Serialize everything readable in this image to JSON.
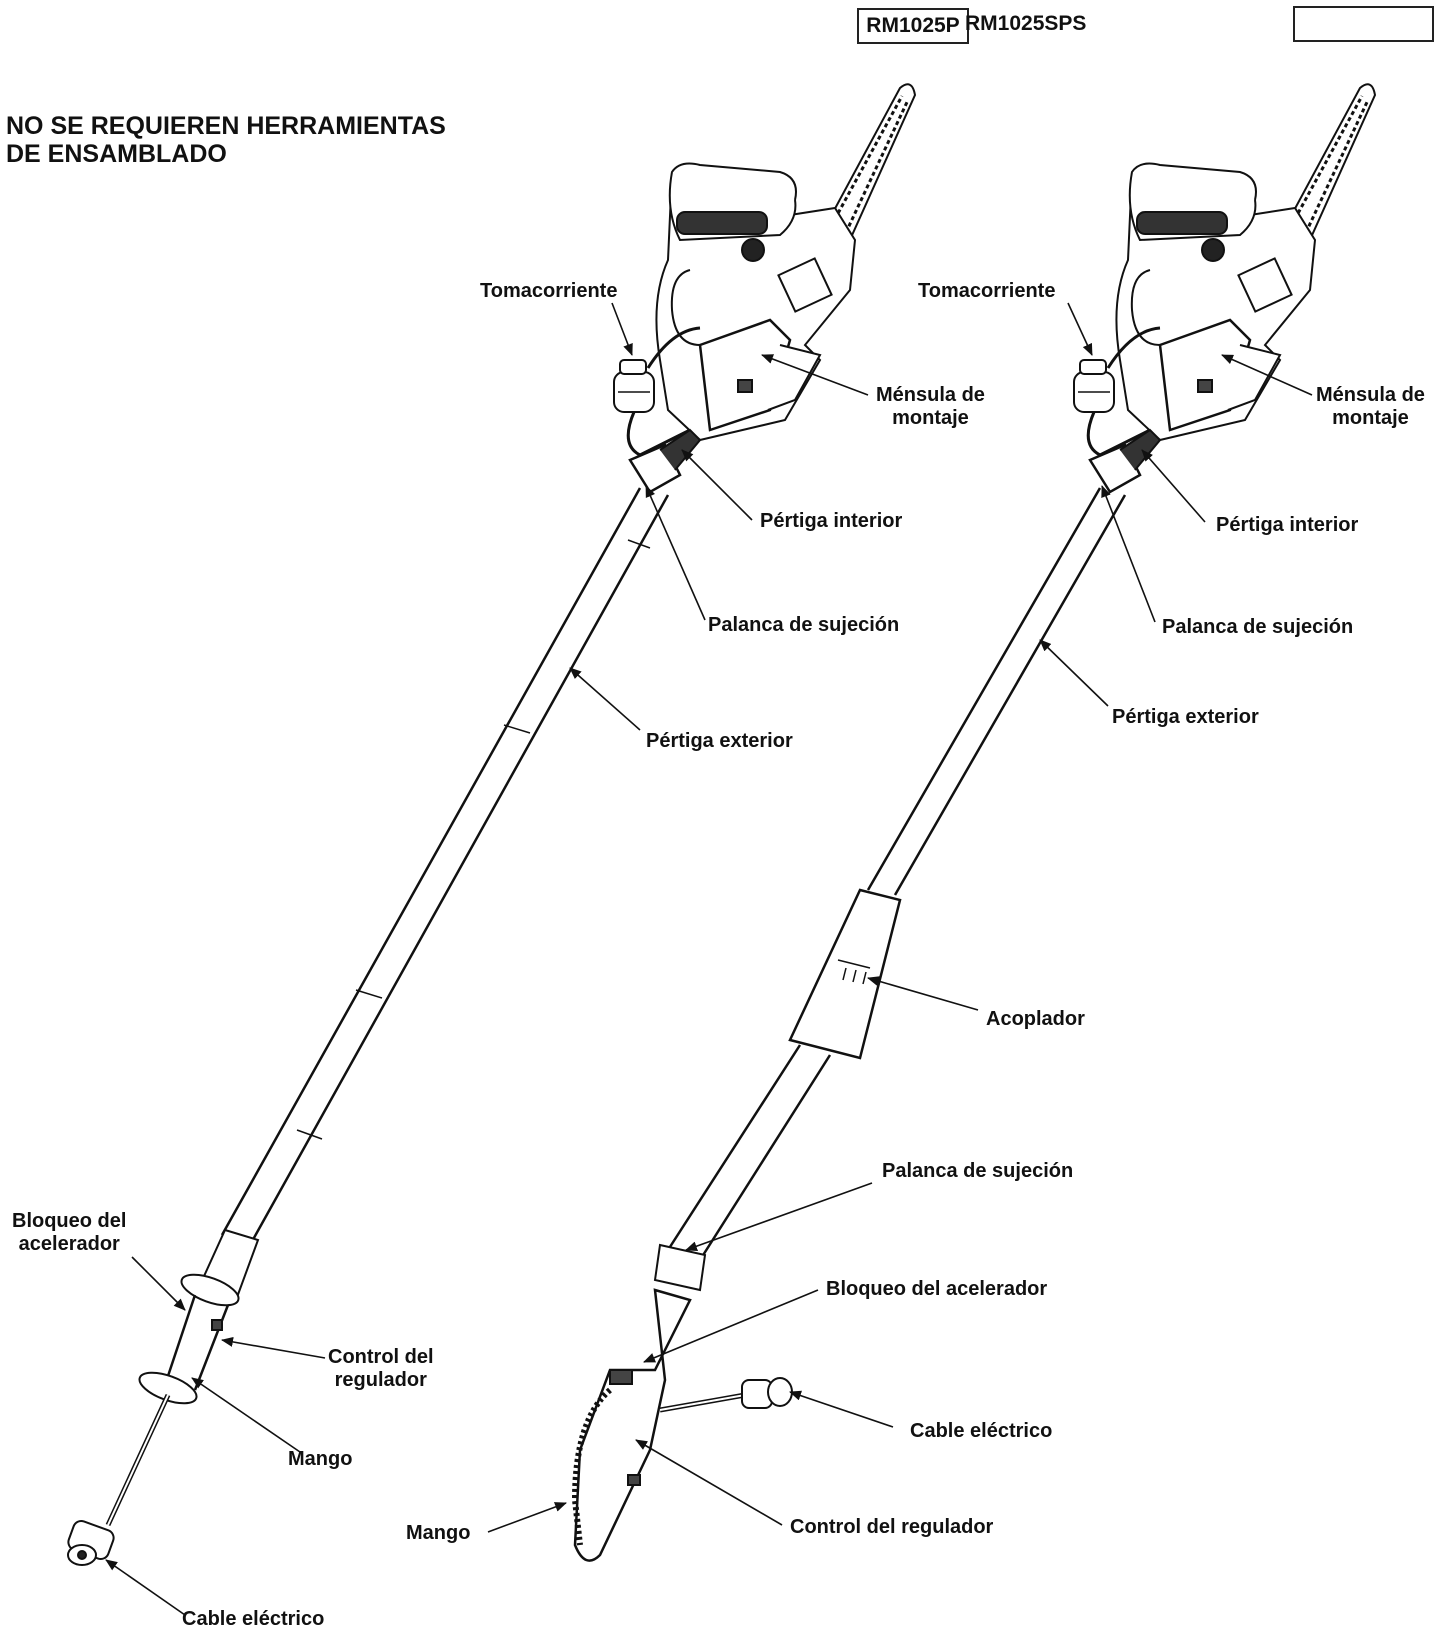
{
  "header": {
    "models": [
      "RM1025P",
      "RM1025SPS"
    ]
  },
  "heading": {
    "line1": "NO SE REQUIEREN HERRAMIENTAS",
    "line2": "DE ENSAMBLADO"
  },
  "left_labels": {
    "outlet": "Tomacorriente",
    "bracket_1": "Ménsula de",
    "bracket_2": "montaje",
    "inner_pole": "Pértiga interior",
    "clamp_lever": "Palanca de sujeción",
    "outer_pole": "Pértiga exterior",
    "lockout_1": "Bloqueo del",
    "lockout_2": "acelerador",
    "trigger_1": "Control del",
    "trigger_2": "regulador",
    "handle": "Mango",
    "cord": "Cable eléctrico"
  },
  "right_labels": {
    "outlet": "Tomacorriente",
    "bracket_1": "Ménsula de",
    "bracket_2": "montaje",
    "inner_pole": "Pértiga interior",
    "clamp_lever": "Palanca de sujeción",
    "outer_pole": "Pértiga exterior",
    "coupler": "Acoplador",
    "clamp_lever_lower": "Palanca de sujeción",
    "lockout": "Bloqueo del acelerador",
    "cord": "Cable eléctrico",
    "trigger": "Control del regulador",
    "handle": "Mango"
  }
}
